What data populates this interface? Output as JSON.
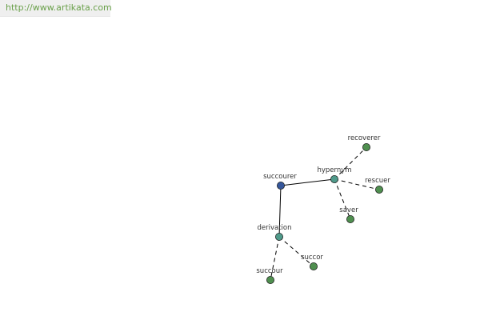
{
  "header": {
    "url_text": "http://www.artikata.com"
  },
  "colors": {
    "url_text": "#6aa04a",
    "root_node": "#35569b",
    "relation_node": "#4f9a8a",
    "word_node": "#4f8f4f",
    "node_stroke": "#222222"
  },
  "graph": {
    "nodes": [
      {
        "id": "succourer",
        "label": "succourer",
        "kind": "root"
      },
      {
        "id": "hypernym",
        "label": "hypernym",
        "kind": "relation"
      },
      {
        "id": "derivation",
        "label": "derivation",
        "kind": "relation"
      },
      {
        "id": "recoverer",
        "label": "recoverer",
        "kind": "word"
      },
      {
        "id": "rescuer",
        "label": "rescuer",
        "kind": "word"
      },
      {
        "id": "saver",
        "label": "saver",
        "kind": "word"
      },
      {
        "id": "succor",
        "label": "succor",
        "kind": "word"
      },
      {
        "id": "succour",
        "label": "succour",
        "kind": "word"
      }
    ],
    "edges": [
      {
        "from": "succourer",
        "to": "hypernym",
        "style": "solid"
      },
      {
        "from": "succourer",
        "to": "derivation",
        "style": "solid"
      },
      {
        "from": "hypernym",
        "to": "recoverer",
        "style": "dashed"
      },
      {
        "from": "hypernym",
        "to": "rescuer",
        "style": "dashed"
      },
      {
        "from": "hypernym",
        "to": "saver",
        "style": "dashed"
      },
      {
        "from": "derivation",
        "to": "succor",
        "style": "dashed"
      },
      {
        "from": "derivation",
        "to": "succour",
        "style": "dashed"
      }
    ]
  }
}
